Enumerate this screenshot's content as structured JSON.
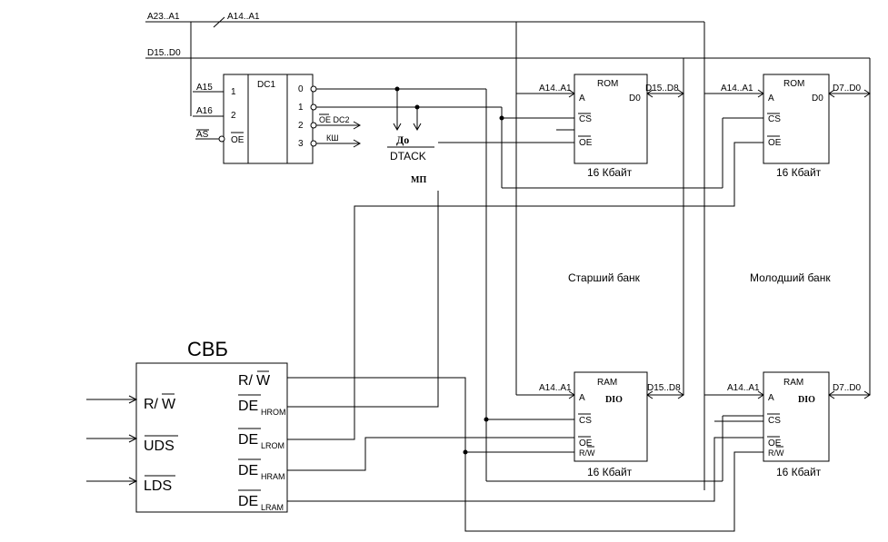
{
  "buses": {
    "addr_main": "A23..A1",
    "addr_sub": "A14..A1",
    "data": "D15..D0"
  },
  "dc1": {
    "title": "DC1",
    "in_a15": "A15",
    "in_a16": "A16",
    "in_as": "AS",
    "pin1": "1",
    "pin2": "2",
    "pin_oe": "OE",
    "out0": "0",
    "out1": "1",
    "out2": "2",
    "out3": "3",
    "out2_label": "OE DC2",
    "out3_label": "КШ"
  },
  "dtack": {
    "top": "До",
    "bottom": "DTACK",
    "mp": "МП"
  },
  "rom_high": {
    "title": "ROM",
    "a": "A",
    "d": "D0",
    "cs": "CS",
    "oe": "OE",
    "addr": "A14..A1",
    "data": "D15..D8",
    "size": "16 Кбайт"
  },
  "rom_low": {
    "title": "ROM",
    "a": "A",
    "d": "D0",
    "cs": "CS",
    "oe": "OE",
    "addr": "A14..A1",
    "data": "D7..D0",
    "size": "16 Кбайт"
  },
  "ram_high": {
    "title": "RAM",
    "a": "A",
    "d": "DIO",
    "cs": "CS",
    "oe": "OE",
    "rw_r": "R/",
    "rw_w": "W",
    "addr": "A14..A1",
    "data": "D15..D8",
    "size": "16 Кбайт"
  },
  "ram_low": {
    "title": "RAM",
    "a": "A",
    "d": "DIO",
    "cs": "CS",
    "oe": "OE",
    "rw_r": "R/",
    "rw_w": "W",
    "addr": "A14..A1",
    "data": "D7..D0",
    "size": "16 Кбайт"
  },
  "banks": {
    "high": "Старший банк",
    "low": "Молодший банк"
  },
  "svb": {
    "title": "СВБ",
    "in_rw_r": "R/",
    "in_rw_w": "W",
    "in_uds": "UDS",
    "in_lds": "LDS",
    "out_rw_r": "R/",
    "out_rw_w": "W",
    "out_de": "DE",
    "sub_hrom": "HROM",
    "sub_lrom": "LROM",
    "sub_hram": "HRAM",
    "sub_lram": "LRAM"
  }
}
